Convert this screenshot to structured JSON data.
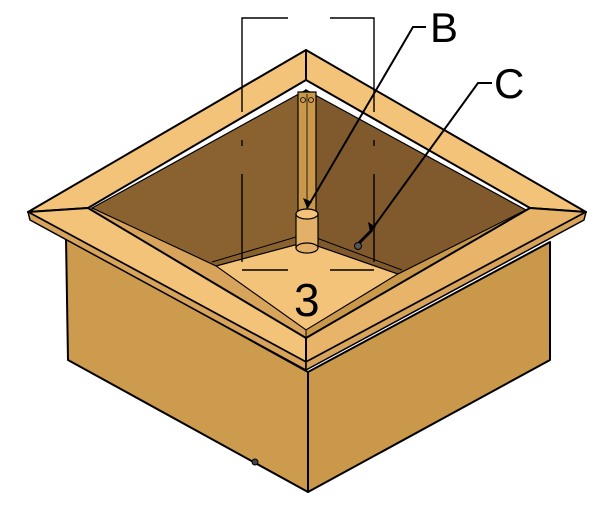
{
  "diagram": {
    "callouts": [
      {
        "id": "B",
        "label": "B"
      },
      {
        "id": "C",
        "label": "C"
      }
    ],
    "step_number": "3",
    "colors": {
      "background": "#ffffff",
      "wood_light": "#F4C37A",
      "wood_mid": "#D8A35A",
      "wood_outer": "#CD9B4E",
      "wood_dark": "#8A6230",
      "wood_darker": "#805A2C",
      "outline": "#000000"
    }
  }
}
